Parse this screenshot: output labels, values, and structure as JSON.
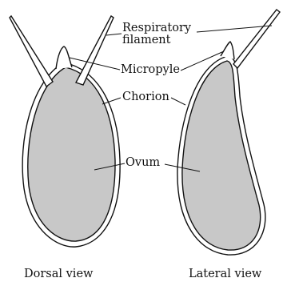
{
  "labels": {
    "respiratory_filament_line1": "Respiratory",
    "respiratory_filament_line2": "filament",
    "micropyle": "Micropyle",
    "chorion": "Chorion",
    "ovum": "Ovum"
  },
  "views": {
    "dorsal": "Dorsal view",
    "lateral": "Lateral view"
  },
  "colors": {
    "ovum_fill": "#c8c8c8",
    "outline": "#111111",
    "background": "#ffffff"
  }
}
